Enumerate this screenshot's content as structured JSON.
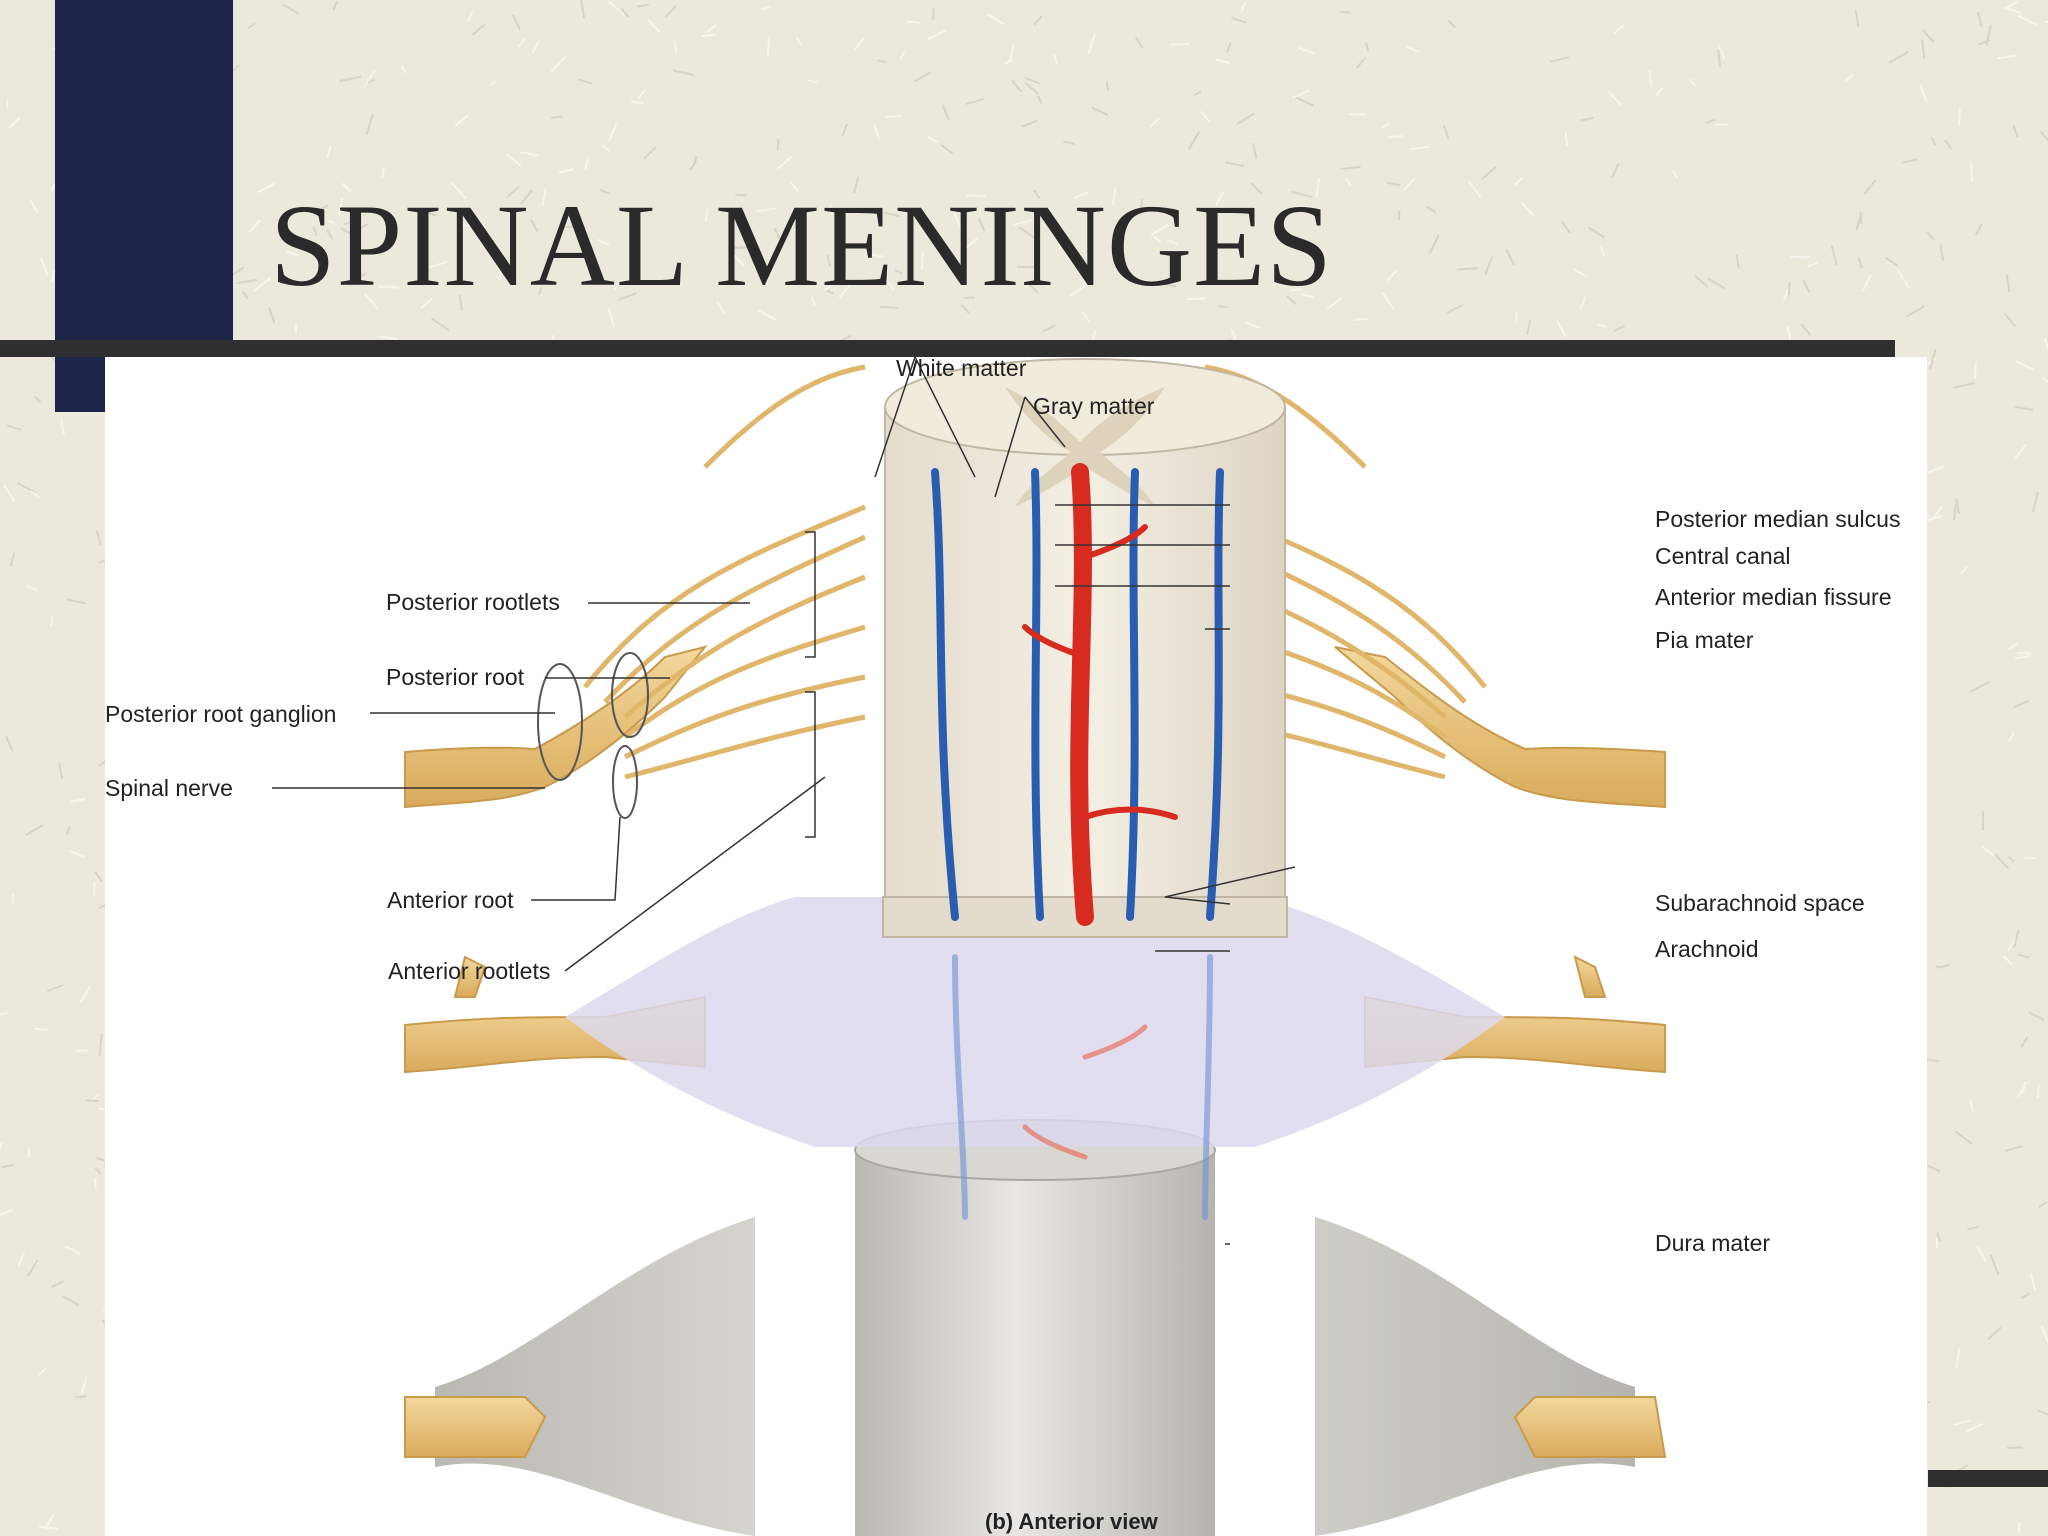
{
  "slide": {
    "title": "SPINAL MENINGES"
  },
  "colors": {
    "background": "#ebe9dc",
    "accent_block": "#1c2447",
    "rule": "#2f2f2f",
    "nerve": "#e9c27c",
    "artery": "#d62b1e",
    "vein": "#2a5db0",
    "dura": "#c9c8c2",
    "arachnoid": "#d9d6ea"
  },
  "diagram": {
    "caption": "(b) Anterior view",
    "labels": {
      "white_matter": "White matter",
      "gray_matter": "Gray matter",
      "posterior_median_sulcus": "Posterior median sulcus",
      "central_canal": "Central canal",
      "anterior_median_fissure": "Anterior median fissure",
      "pia_mater": "Pia mater",
      "posterior_rootlets": "Posterior rootlets",
      "posterior_root": "Posterior root",
      "posterior_root_ganglion": "Posterior root ganglion",
      "spinal_nerve": "Spinal nerve",
      "anterior_root": "Anterior root",
      "anterior_rootlets": "Anterior rootlets",
      "subarachnoid_space": "Subarachnoid space",
      "arachnoid": "Arachnoid",
      "dura_mater": "Dura mater"
    }
  }
}
